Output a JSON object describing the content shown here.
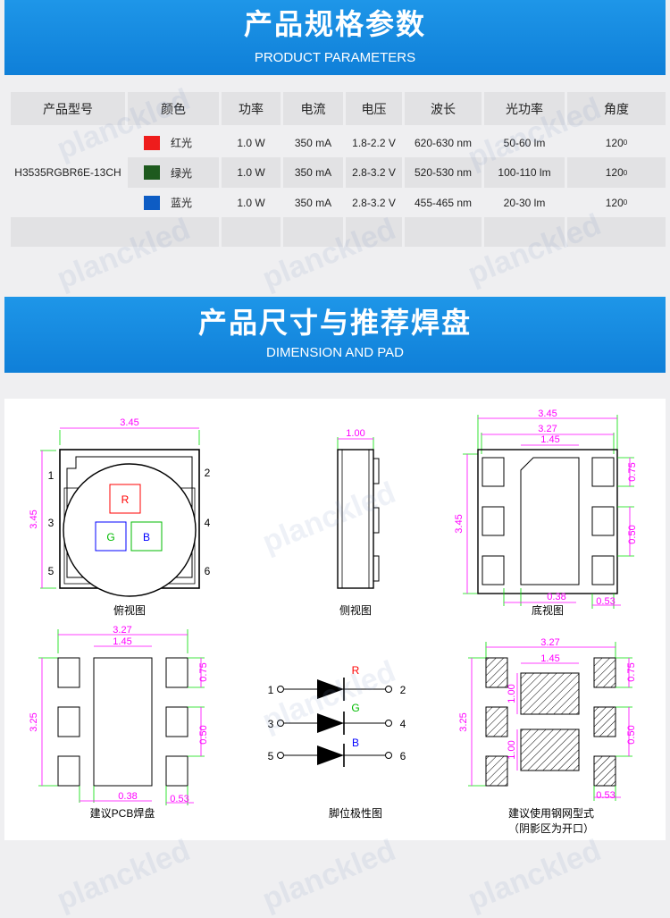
{
  "section1": {
    "title_cn": "产品规格参数",
    "title_en": "PRODUCT PARAMETERS"
  },
  "section2": {
    "title_cn": "产品尺寸与推荐焊盘",
    "title_en": "DIMENSION AND PAD"
  },
  "table": {
    "headers": [
      "产品型号",
      "颜色",
      "功率",
      "电流",
      "电压",
      "波长",
      "光功率",
      "角度"
    ],
    "model": "H3535RGBR6E-13CH",
    "rows": [
      {
        "color": "红光",
        "swatch": "#ee1c1c",
        "power": "1.0 W",
        "current": "350 mA",
        "voltage": "1.8-2.2 V",
        "wavelength": "620-630 nm",
        "flux": "50-60 lm",
        "angle": "120",
        "angle_sup": "0"
      },
      {
        "color": "绿光",
        "swatch": "#1e5a1e",
        "power": "1.0 W",
        "current": "350 mA",
        "voltage": "2.8-3.2 V",
        "wavelength": "520-530 nm",
        "flux": "100-110 lm",
        "angle": "120",
        "angle_sup": "0"
      },
      {
        "color": "蓝光",
        "swatch": "#0d5cc4",
        "power": "1.0 W",
        "current": "350 mA",
        "voltage": "2.8-3.2 V",
        "wavelength": "455-465 nm",
        "flux": "20-30 lm",
        "angle": "120",
        "angle_sup": "0"
      }
    ]
  },
  "watermark": "planckled",
  "diagrams": {
    "top_view": {
      "caption": "俯视图",
      "width": "3.45",
      "height": "3.45",
      "pins": [
        "1",
        "2",
        "3",
        "4",
        "5",
        "6"
      ],
      "leds": [
        "R",
        "G",
        "B"
      ]
    },
    "side_view": {
      "caption": "侧视图",
      "thickness": "1.00"
    },
    "bottom_view": {
      "caption": "底视图",
      "w_total": "3.45",
      "w_inner": "3.27",
      "w_center": "1.45",
      "height": "3.45",
      "pad_h": "0.75",
      "pitch": "0.50",
      "gap": "0.38",
      "pad_w": "0.53"
    },
    "pcb_pad": {
      "caption": "建议PCB焊盘",
      "w_total": "3.27",
      "w_center": "1.45",
      "height": "3.25",
      "pad_h": "0.75",
      "pitch": "0.50",
      "gap": "0.38",
      "pad_w": "0.53"
    },
    "polarity": {
      "caption": "脚位极性图",
      "rows": [
        {
          "left": "1",
          "right": "2",
          "color": "R"
        },
        {
          "left": "3",
          "right": "4",
          "color": "G"
        },
        {
          "left": "5",
          "right": "6",
          "color": "B"
        }
      ]
    },
    "stencil": {
      "caption_line1": "建议使用钢网型式",
      "caption_line2": "（阴影区为开口）",
      "w_total": "3.27",
      "w_center": "1.45",
      "height": "3.25",
      "pad_h": "0.75",
      "pitch": "0.50",
      "ap_h1": "1.00",
      "ap_h2": "1.00",
      "pad_w": "0.53"
    }
  },
  "colors": {
    "banner": "#1587de",
    "dimension": "#ff00ff",
    "extension": "#00dd00",
    "red": "#ff0000",
    "green": "#00bb00",
    "blue": "#0000ff"
  }
}
